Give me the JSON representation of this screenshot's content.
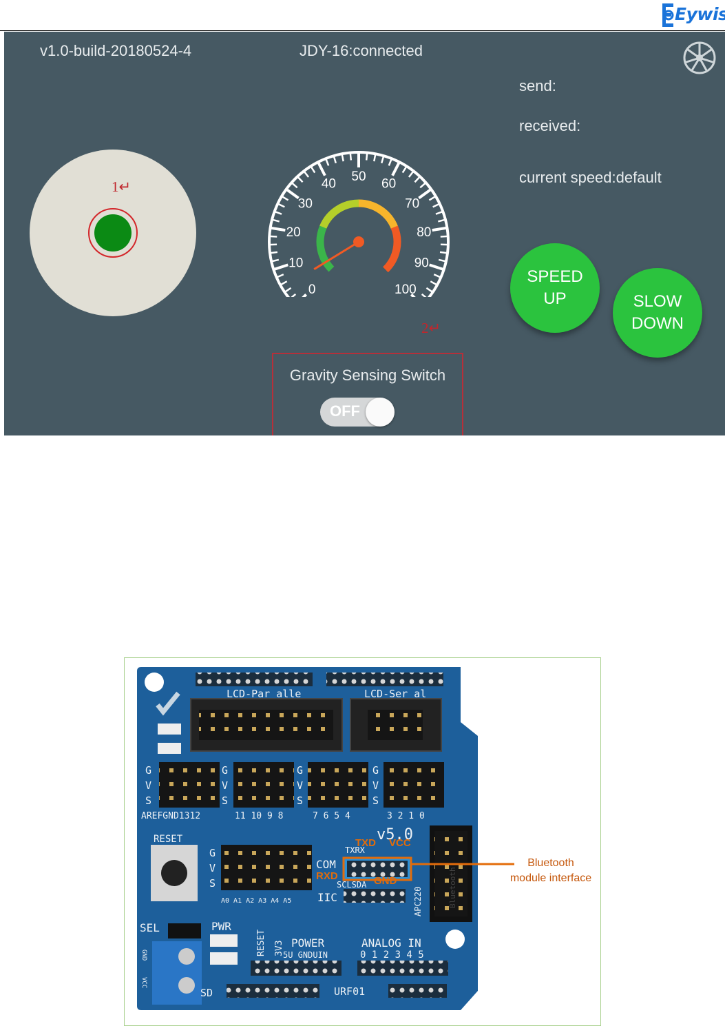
{
  "header": {
    "logo_text": "Eywish"
  },
  "app": {
    "version": "v1.0-build-20180524-4",
    "connection_status": "JDY-16:connected",
    "send_label": "send:",
    "received_label": "received:",
    "current_speed": "current speed:default",
    "marker_1": "1↵",
    "marker_2": "2↵",
    "gauge": {
      "ticks": [
        "0",
        "10",
        "20",
        "30",
        "40",
        "50",
        "60",
        "70",
        "80",
        "90",
        "100"
      ],
      "min": 0,
      "max": 100,
      "value": 5,
      "arc_colors": [
        "#3bb54a",
        "#b5cf2a",
        "#f7b52c",
        "#f15a24"
      ],
      "needle_color": "#f15a24"
    },
    "speed_up_label": [
      "SPEED",
      "UP"
    ],
    "slow_down_label": [
      "SLOW",
      "DOWN"
    ],
    "gravity_switch": {
      "label": "Gravity Sensing Switch",
      "state": "OFF"
    },
    "colors": {
      "background": "#465963",
      "button": "#2bc33e",
      "joystick_base": "#e1dfd5",
      "joystick_knob": "#0b8a14"
    }
  },
  "board": {
    "silkscreen": {
      "lcd_parallel": "LCD-Par alle",
      "lcd_serial": "LCD-Ser al",
      "gvs": [
        "G",
        "V",
        "S"
      ],
      "aref": "AREFGND1312",
      "digital_mid": "11 10  9  8",
      "digital_right1": "7  6  5  4",
      "digital_right2": "3  2  1  0",
      "version": "v5.0",
      "reset": "RESET",
      "com": "COM",
      "txrx": "TXRX",
      "iic": "IIC",
      "sclsda": "SCLSDA",
      "apc": "APC220",
      "bluetooth": "Bluetooth",
      "analog_top": "A0 A1 A2 A3 A4 A5",
      "sel": "SEL",
      "pwr": "PWR",
      "reset_v": "RESET",
      "v33": "3V3",
      "power": "POWER",
      "power_pins": "5U GNDUIN",
      "analog": "ANALOG  IN",
      "analog_nums": "0 1 2 3 4 5",
      "sd": "SD",
      "urf": "URF01",
      "gnd": "GND",
      "vcc_side": "VCC"
    },
    "pin_labels": {
      "txd": "TXD",
      "vcc": "VCC",
      "rxd": "RXD",
      "gnd": "GND"
    },
    "callout": {
      "line1": "Bluetooth",
      "line2": "module interface"
    },
    "colors": {
      "pcb": "#1d5f9b",
      "callout": "#e36c0a"
    }
  }
}
